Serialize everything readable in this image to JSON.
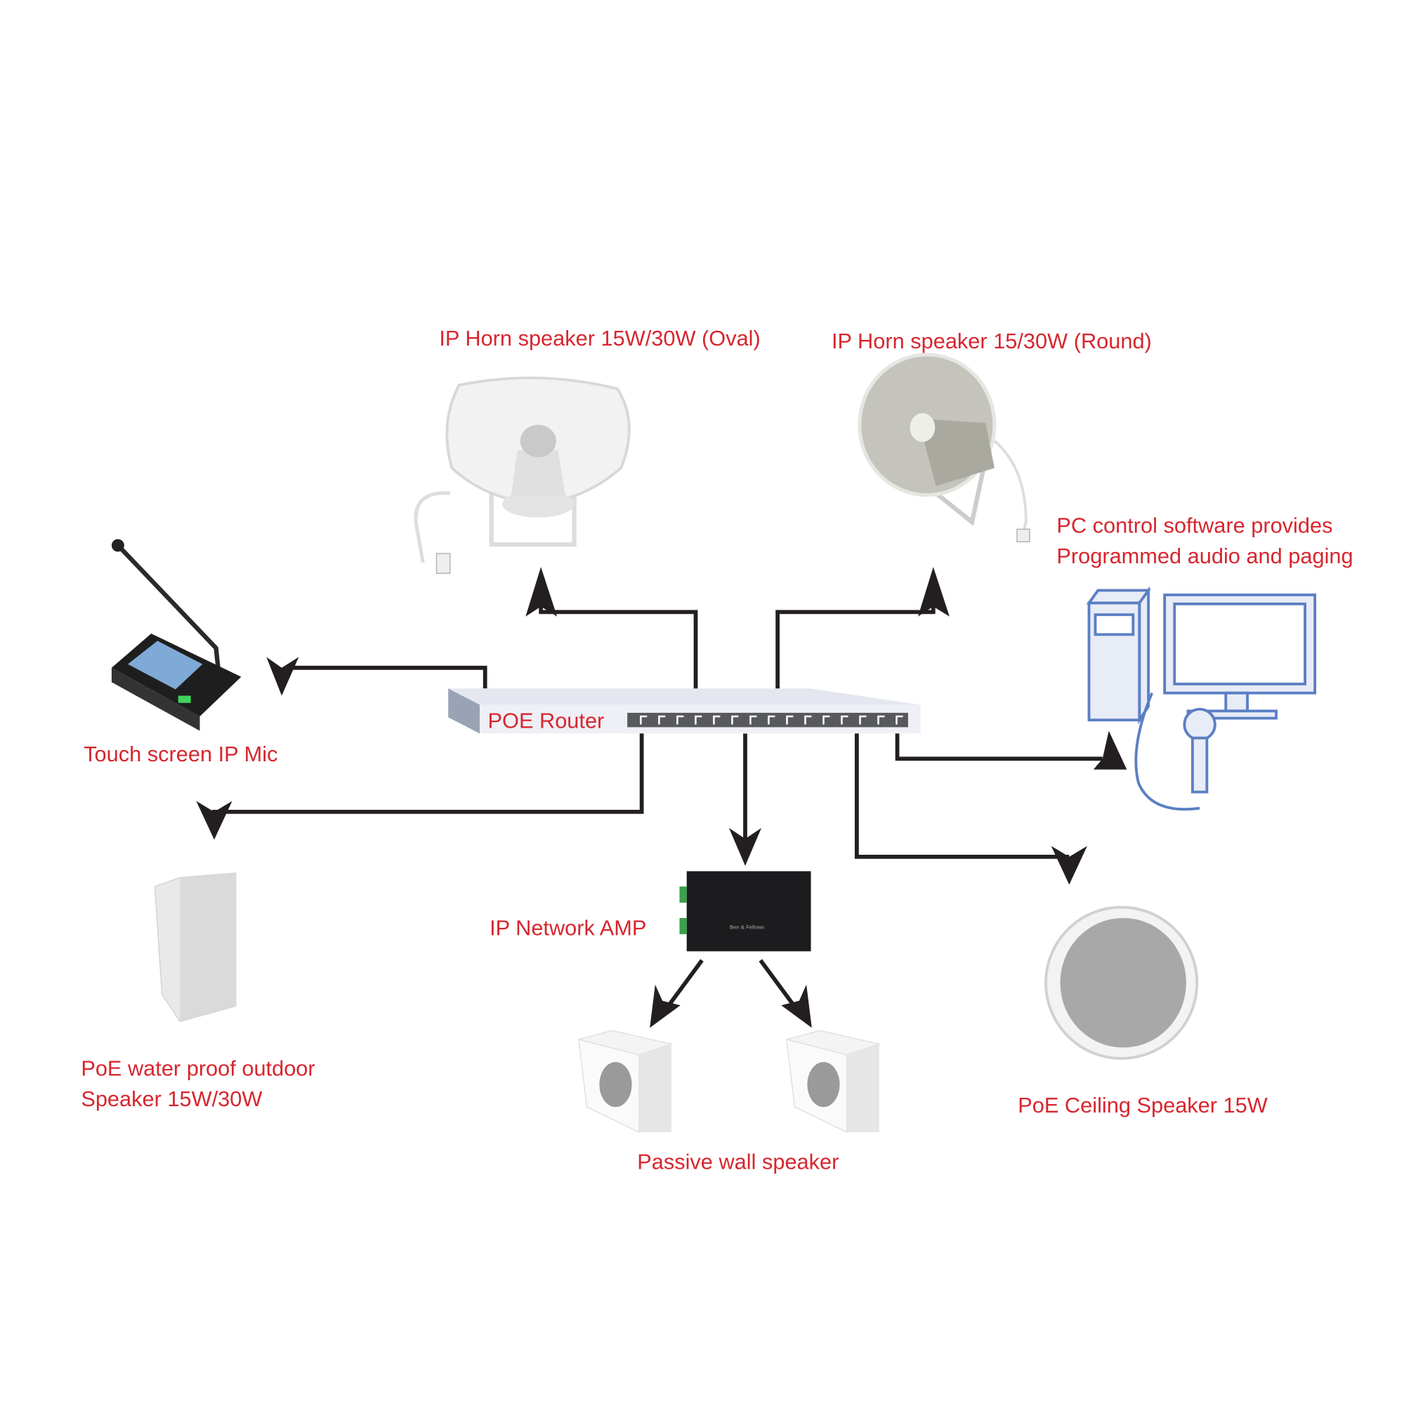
{
  "labels": {
    "horn_oval": "IP Horn speaker 15W/30W (Oval)",
    "horn_round": "IP Horn speaker 15/30W (Round)",
    "pc_line1": "PC control software provides",
    "pc_line2": "Programmed audio and paging",
    "mic": "Touch screen IP Mic",
    "router": "POE Router",
    "outdoor_line1": "PoE water proof outdoor",
    "outdoor_line2": "Speaker 15W/30W",
    "amp": "IP Network AMP",
    "wall": "Passive wall speaker",
    "ceiling": "PoE Ceiling Speaker 15W"
  },
  "amp_brand": "Ben & Fellows",
  "colors": {
    "label": "#d7262e",
    "wire": "#231f20",
    "pc_outline": "#5b7fc4",
    "router": "#e4e7ef"
  },
  "router_port_count": 15
}
